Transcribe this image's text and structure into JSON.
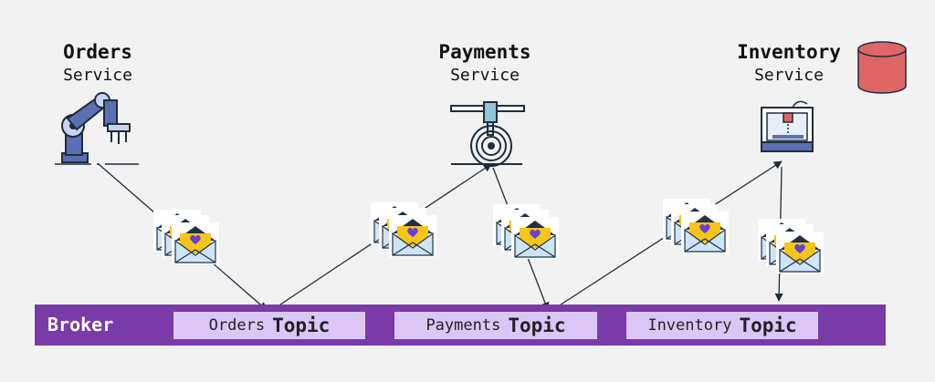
{
  "services": [
    {
      "name": "Orders",
      "sub": "Service",
      "icon": "robot-arm-icon"
    },
    {
      "name": "Payments",
      "sub": "Service",
      "icon": "card-machine-icon"
    },
    {
      "name": "Inventory",
      "sub": "Service",
      "icon": "3d-printer-icon"
    }
  ],
  "broker": {
    "label": "Broker",
    "topics": [
      {
        "name": "Orders",
        "suffix": "Topic"
      },
      {
        "name": "Payments",
        "suffix": "Topic"
      },
      {
        "name": "Inventory",
        "suffix": "Topic"
      }
    ]
  },
  "icons": {
    "database": "database-icon",
    "message": "envelope-stack-icon"
  },
  "colors": {
    "broker": "#7a3aa8",
    "topic": "#dcc6f5",
    "database": "#e06565",
    "envelope": "#cfe4f7",
    "letter": "#f5c518",
    "heart": "#6a3fd6"
  }
}
